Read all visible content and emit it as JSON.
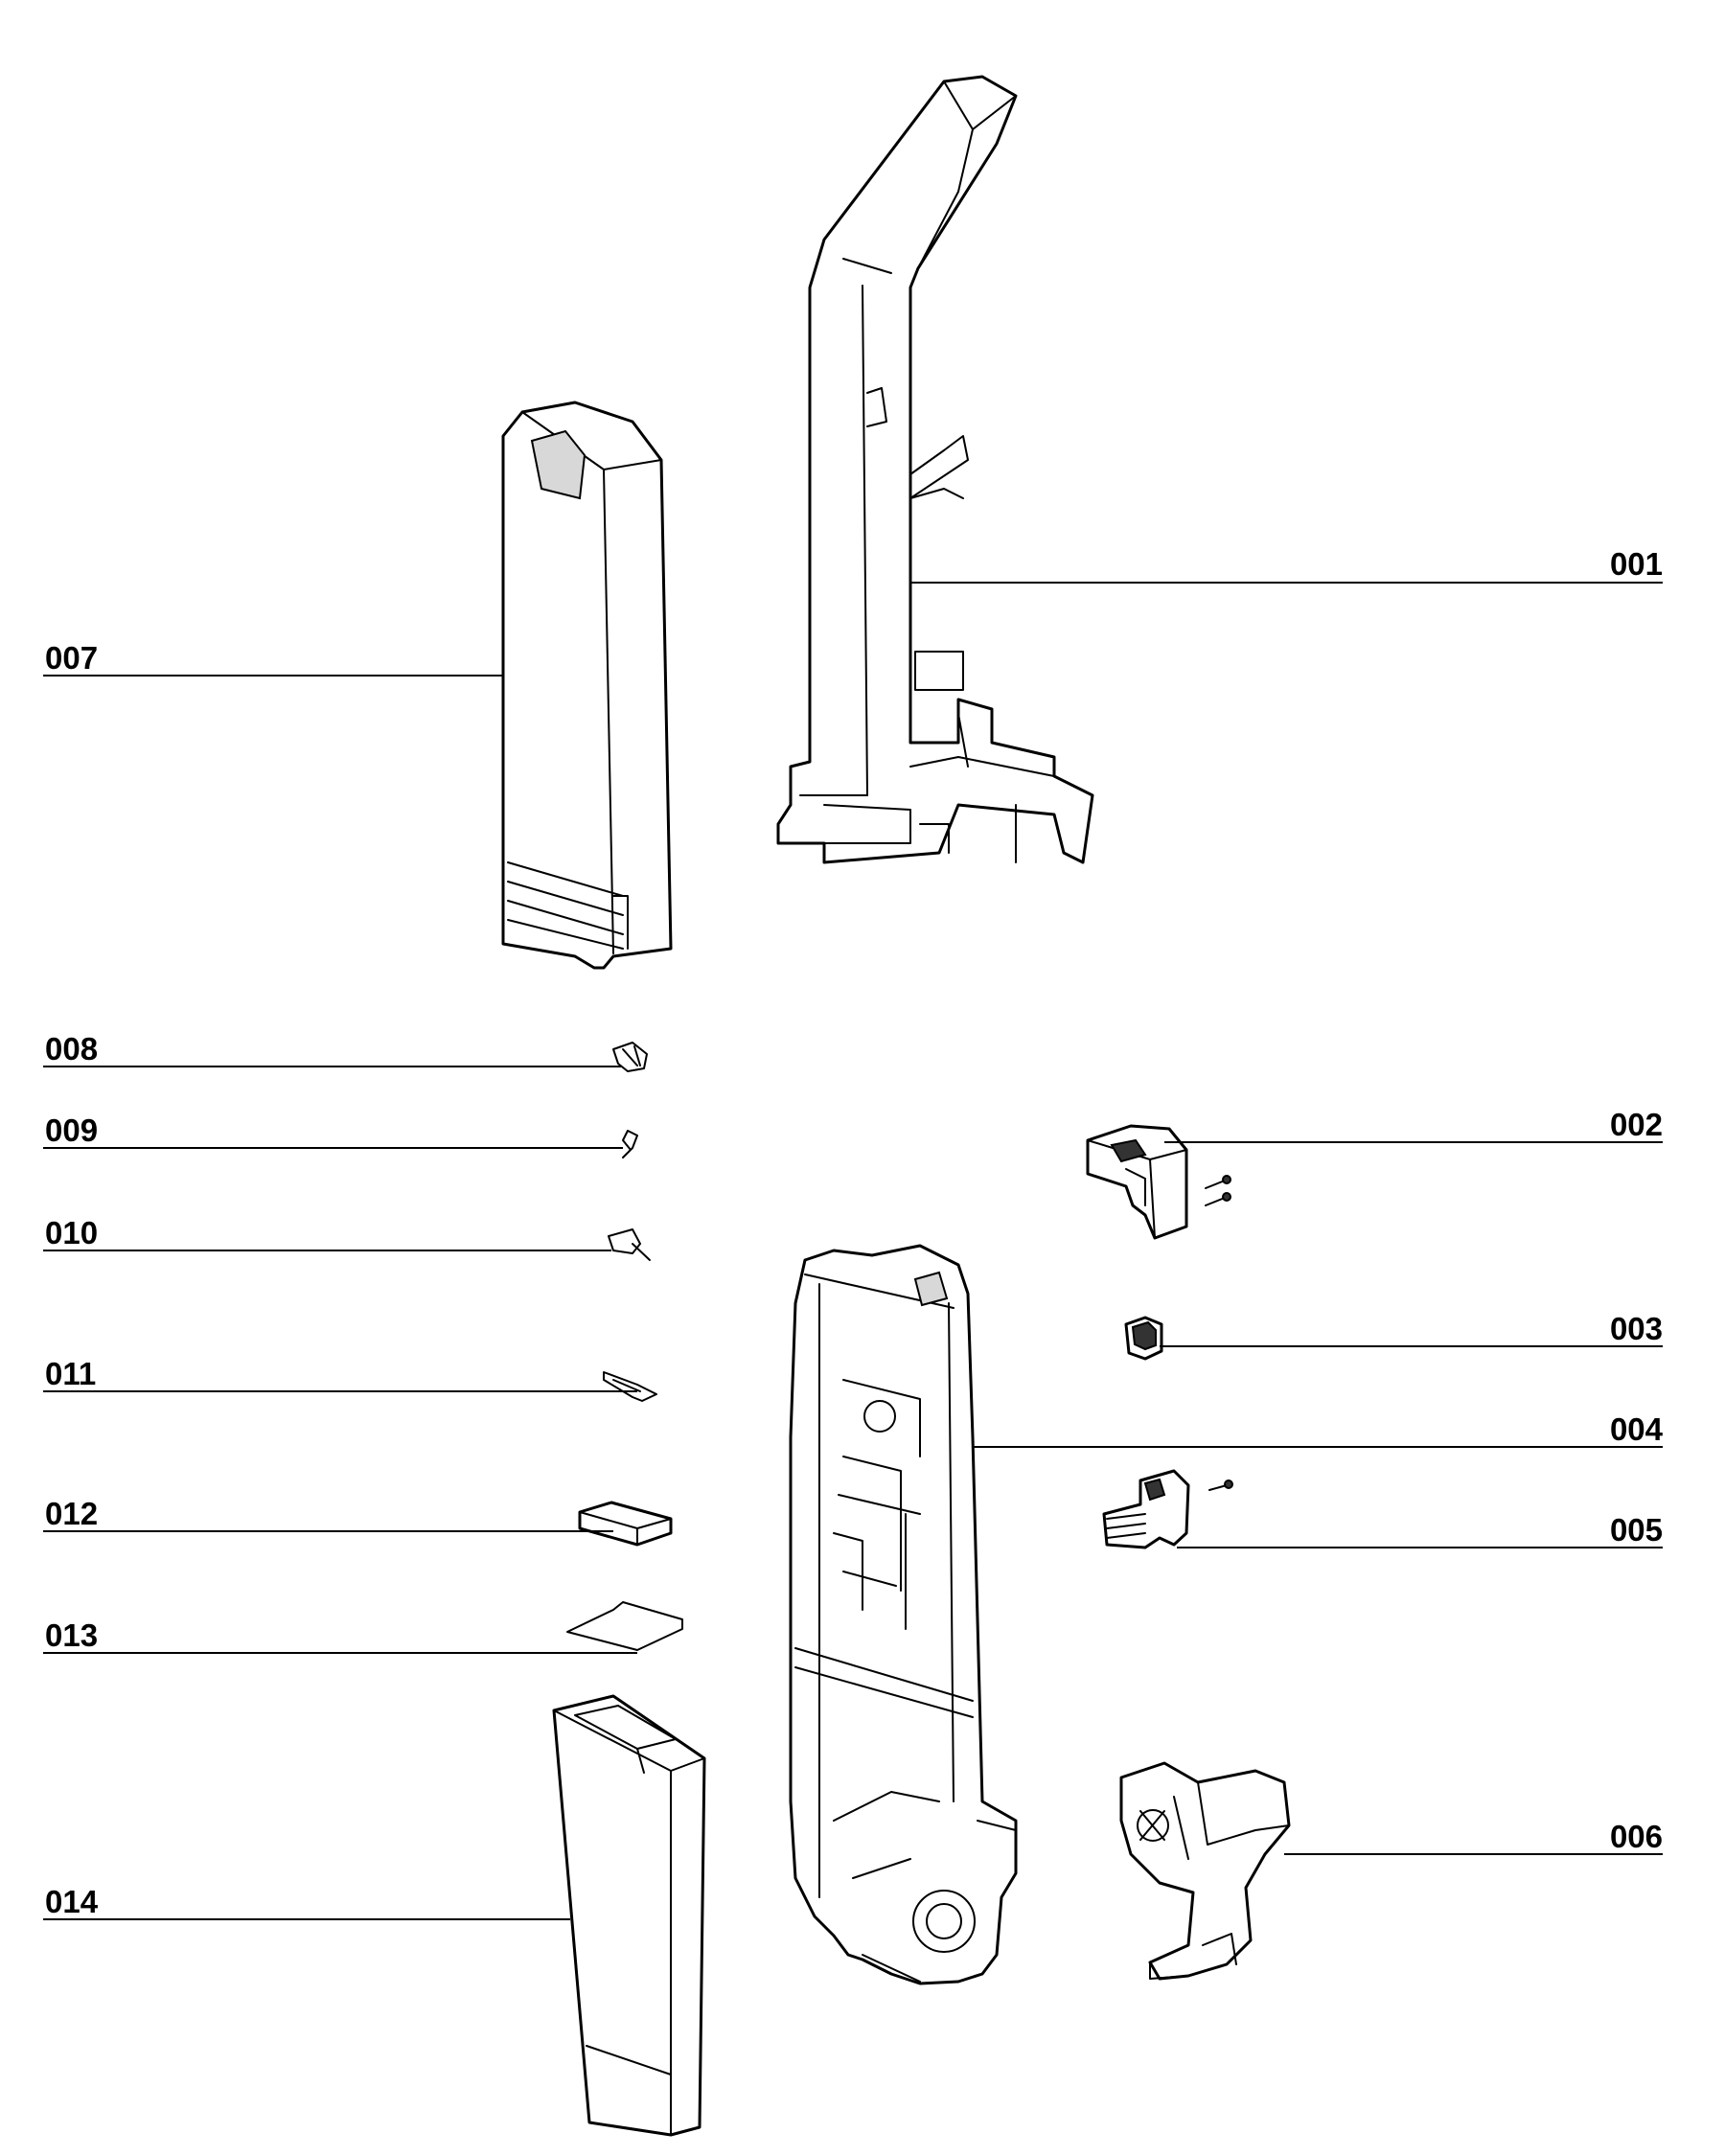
{
  "callouts": {
    "c001": "001",
    "c002": "002",
    "c003": "003",
    "c004": "004",
    "c005": "005",
    "c006": "006",
    "c007": "007",
    "c008": "008",
    "c009": "009",
    "c010": "010",
    "c011": "011",
    "c012": "012",
    "c013": "013",
    "c014": "014"
  }
}
